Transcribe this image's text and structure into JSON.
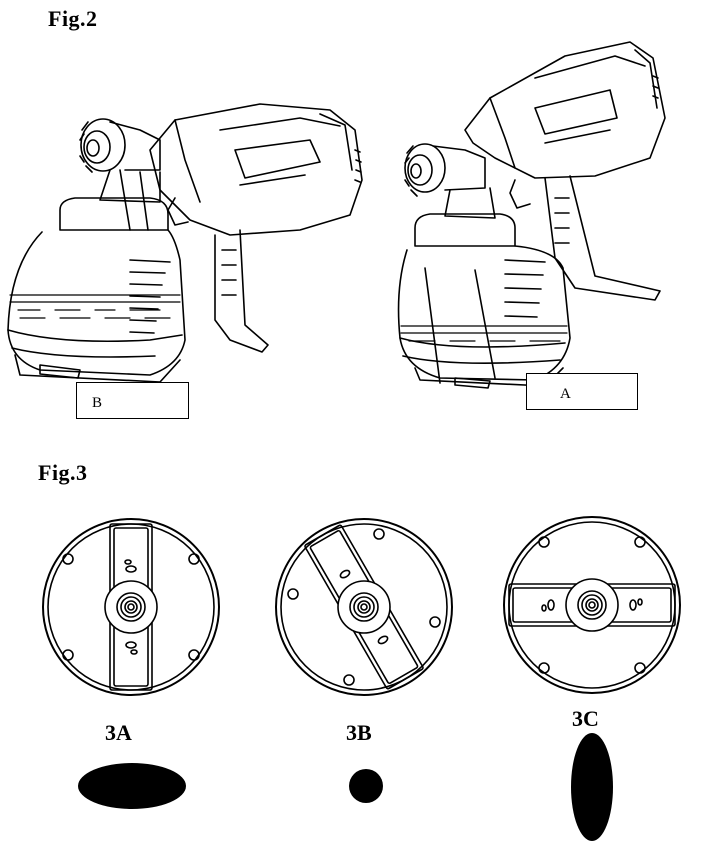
{
  "fig2": {
    "title": "Fig.2",
    "label_b": "B",
    "label_a": "A"
  },
  "fig3": {
    "title": "Fig.3",
    "labels": [
      "3A",
      "3B",
      "3C"
    ]
  }
}
